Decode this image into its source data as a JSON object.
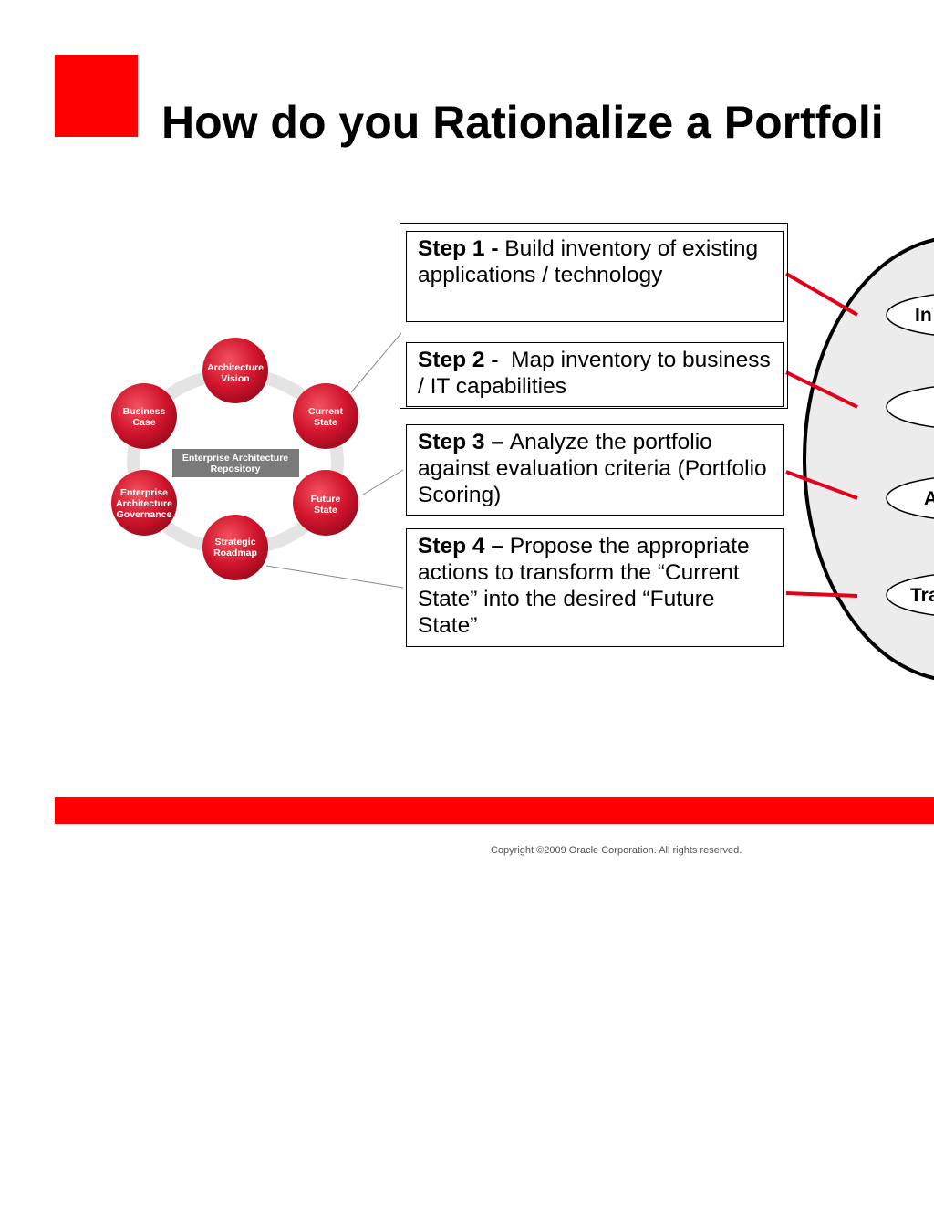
{
  "slide": {
    "title": "How do you Rationalize a Portfoli",
    "copyright": "Copyright ©2009 Oracle Corporation. All rights reserved."
  },
  "cycle": {
    "center": "Enterprise Architecture Repository",
    "nodes": [
      {
        "label": "Architecture Vision"
      },
      {
        "label": "Current State"
      },
      {
        "label": "Future State"
      },
      {
        "label": "Strategic Roadmap"
      },
      {
        "label": "Enterprise Architecture Governance"
      },
      {
        "label": "Business Case"
      }
    ]
  },
  "steps": [
    {
      "lead": "Step 1 - ",
      "text": "Build inventory of existing applications / technology"
    },
    {
      "lead": "Step 2 - ",
      "text": " Map inventory to business / IT capabilities"
    },
    {
      "lead": "Step 3 – ",
      "text": "Analyze the portfolio against evaluation criteria (Portfolio Scoring)"
    },
    {
      "lead": "Step 4 – ",
      "text": "Propose the appropriate actions to transform the “Current State” into the desired “Future State”"
    }
  ],
  "ovals": [
    {
      "label": "In"
    },
    {
      "label": ""
    },
    {
      "label": "A"
    },
    {
      "label": "Tra"
    }
  ],
  "colors": {
    "accent_red": "#ff0000",
    "connector_red": "#e3001b",
    "node_red": "#d0142c",
    "repository_gray": "#7a7a7a",
    "outer_oval_fill": "#ececec"
  }
}
